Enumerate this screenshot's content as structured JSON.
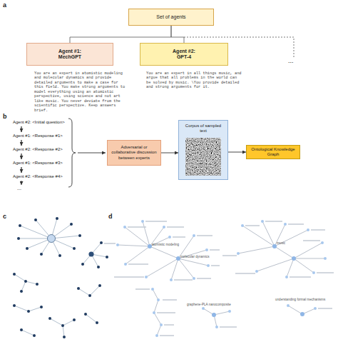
{
  "diagram": {
    "nodes": [
      {
        "text": [
          "Set of agents"
        ]
      },
      {
        "text": [
          "Agent #1: MechGPT"
        ]
      },
      {
        "text": [
          "Agent #2: GPT-4"
        ]
      },
      {
        "text": [
          "Adversarial or collaborative discussion between experts"
        ]
      },
      {
        "text": [
          "Corpus of sampled text"
        ]
      },
      {
        "text": [
          "Ontological Knowledge Graph"
        ]
      }
    ],
    "edges": [
      {
        "from": 0,
        "to": 1,
        "arrow": "none"
      },
      {
        "from": 0,
        "to": 2,
        "arrow": "none"
      },
      {
        "from": 3,
        "to": 4,
        "arrow": "to"
      },
      {
        "from": 4,
        "to": 5,
        "arrow": "to"
      }
    ],
    "labels": [
      "a",
      "You are an expert in atomistic modeling and molecular dynamics and provide detailed arguments to make a case for this field. You make strong arguments to model everything using an atomistic perspective, using science and not art like music. You never deviate from the scientific perspective. Keep answers brief.",
      "You are an expert in all things music, and argue that all problems in the world can be solved by music. \\You provide detailed and strong arguments for it.",
      "...",
      "b",
      "Agent #2: <Initial question>",
      "Agent #1: <Response #1>",
      "Agent #2: <Response #2>",
      "Agent #1: <Response #3>",
      "Agent #2: <Response #4>",
      "...",
      "c",
      "d",
      "atomistic modeling",
      "molecular dynamics",
      "music",
      "graphene-PLA nanocomposite",
      "understanding formal mechanisms"
    ]
  }
}
